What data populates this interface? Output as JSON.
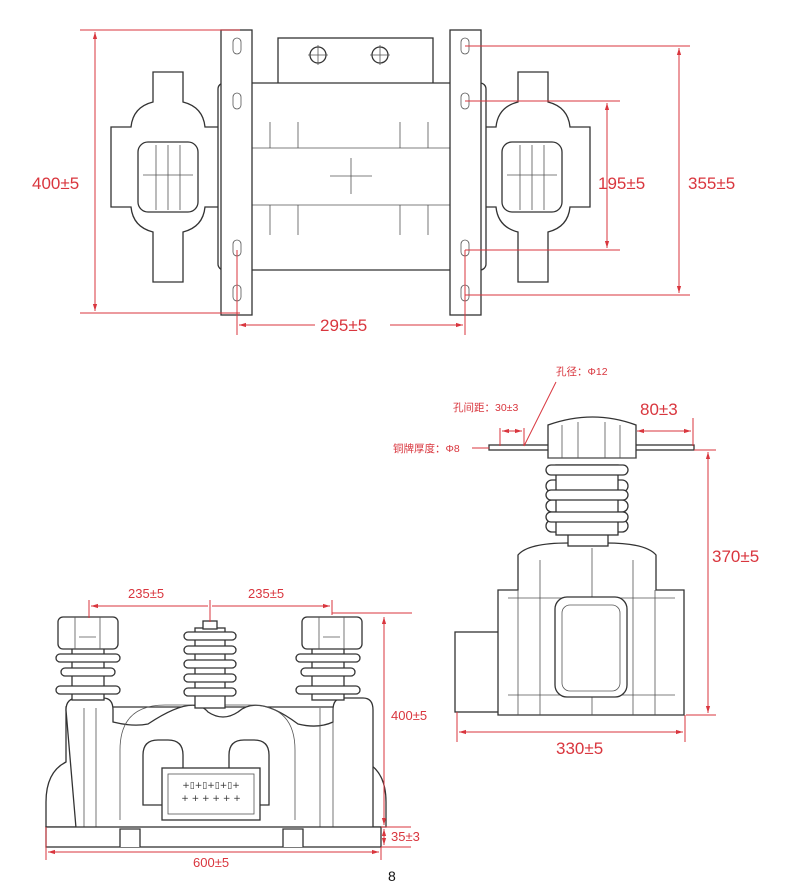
{
  "colors": {
    "dimension": "#d9363e",
    "outline": "#333333"
  },
  "top_view": {
    "dim_height": "400±5",
    "dim_inner": "195±5",
    "dim_outer": "355±5",
    "dim_width": "295±5"
  },
  "side_view": {
    "hole_diameter": "孔径：Φ12",
    "hole_spacing": "孔间距：30±3",
    "plate_thickness": "铜牌厚度：Φ8",
    "terminal_length": "80±3",
    "height": "370±5",
    "width": "330±5"
  },
  "front_view": {
    "spacing_left": "235±5",
    "spacing_right": "235±5",
    "height": "400±5",
    "base_height": "35±3",
    "width": "600±5"
  },
  "page_number": "8"
}
